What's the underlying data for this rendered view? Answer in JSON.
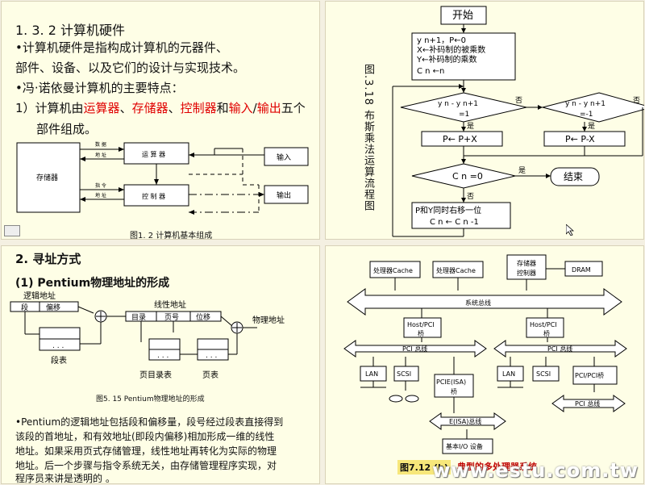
{
  "slide1": {
    "heading": "1. 3. 2 计算机硬件",
    "bullet1a": "•计算机硬件是指构成计算机的元器件、",
    "bullet1b": "部件、设备、以及它们的设计与实现技术。",
    "bullet2": "•冯·诺依曼计算机的主要特点：",
    "item1_prefix": "1）计算机由",
    "item1_alu": "运算器",
    "sep1": "、",
    "item1_mem": "存储器",
    "sep2": "、",
    "item1_ctrl": "控制器",
    "item1_and": "和",
    "item1_in": "输入",
    "item1_slash": "/",
    "item1_out": "输出",
    "item1_suffix": "五个",
    "item1_line2": "部件组成。",
    "diagram": {
      "memory": "存储器",
      "alu": "运 算 器",
      "controller": "控 制 器",
      "input": "输入",
      "output": "输出",
      "lbl_data": "数 据",
      "lbl_addr1": "地 址",
      "lbl_instr": "指 令",
      "lbl_addr2": "地 址"
    },
    "caption": "图1. 2  计算机基本组成"
  },
  "slide2": {
    "vertical_caption": "图.3.18 布斯乘法运算流程图",
    "start": "开始",
    "init1": "y n+1，P←0",
    "init2": "X←补码制的被乘数",
    "init3": "Y←补码制的乘数",
    "init4": "C n ←n",
    "cond1": "y n - y n+1",
    "cond1b": "=1",
    "cond2": "y n - y n+1",
    "cond2b": "=-1",
    "no1": "否",
    "no2": "否",
    "yes1": "是",
    "yes2": "是",
    "add": "P← P+X",
    "sub": "P← P-X",
    "cond3": "C n =0",
    "yes3": "是",
    "no3": "否",
    "end": "结束",
    "shift1": "P和Y同时右移一位",
    "shift2": "C n ← C n -1"
  },
  "slide3": {
    "heading": "2. 寻址方式",
    "subheading": "(1) Pentium物理地址的形成",
    "logical": "逻辑地址",
    "seg": "段",
    "offset": "偏移",
    "linear": "线性地址",
    "dir": "目录",
    "page": "页号",
    "disp": "位移",
    "physical": "物理地址",
    "segtable": "段表",
    "pagedir": "页目录表",
    "pagetable": "页表",
    "dots": ". . .",
    "caption": "图5. 15    Pentium物理地址的形成",
    "para1": "•Pentium的逻辑地址包括段和偏移量，段号经过段表直接得到",
    "para2": "该段的首地址，和有效地址(即段内偏移)相加形成一维的线性",
    "para3": "地址。如果采用页式存储管理，线性地址再转化为实际的物理",
    "para4": "地址。后一个步骤与指令系统无关，由存储管理程序实现，对",
    "para5": "程序员来讲是透明的 。"
  },
  "slide4": {
    "cache1": "处理器Cache",
    "cache2": "处理器Cache",
    "memctrl1": "存储器",
    "memctrl2": "控制器",
    "dram": "DRAM",
    "sysbus": "系统总线",
    "hostpci1": "Host/PCI",
    "hostpci1b": "桥",
    "hostpci2": "Host/PCI",
    "hostpci2b": "桥",
    "pcibus1": "PCI 总线",
    "pcibus2": "PCI 总线",
    "lan1": "LAN",
    "scsi1": "SCSI",
    "pcieisa1": "PCIE(ISA)",
    "pcieisa2": "桥",
    "lan2": "LAN",
    "scsi2": "SCSI",
    "pcipci": "PCI/PCI桥",
    "pcibus3": "PCI 总线",
    "eisabus": "E(ISA)总线",
    "basicio": "基本I/O 设备",
    "caption_num": "图7.12 (b)",
    "caption_text": "典型的多处理器系统"
  },
  "watermark": "www.estu.com.tw",
  "colors": {
    "slide_bg": "#fefee6",
    "red": "#e00000",
    "arrow_fill": "#ffffff"
  }
}
